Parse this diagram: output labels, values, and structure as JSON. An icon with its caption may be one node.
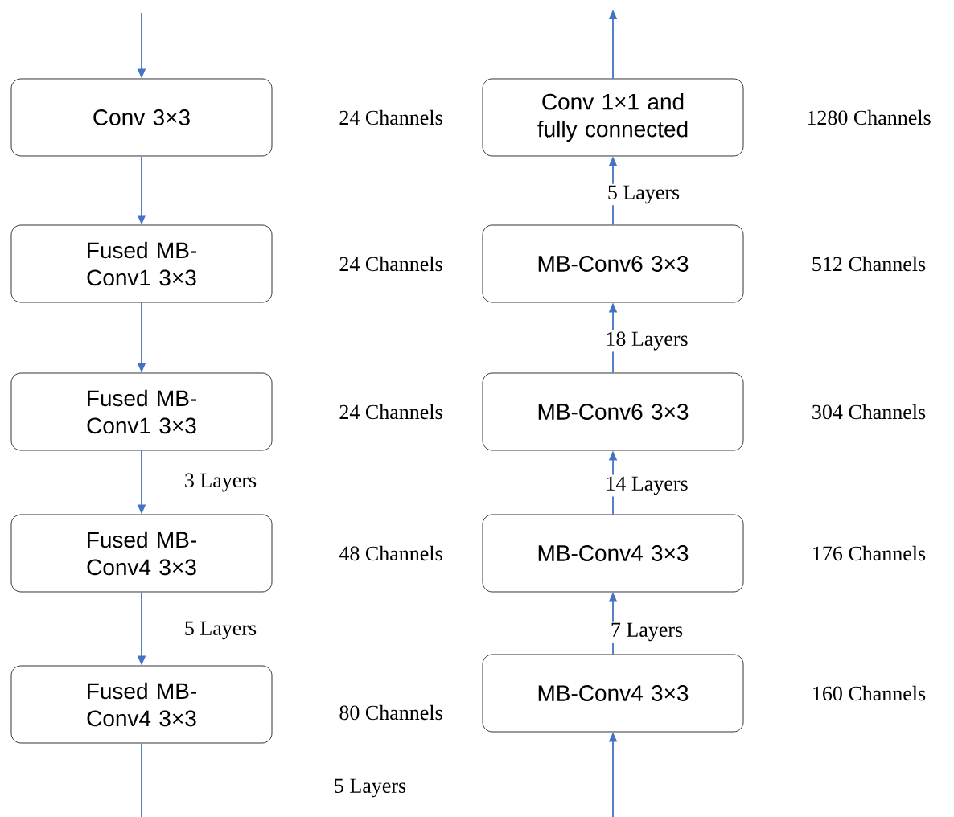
{
  "diagram": {
    "nodes": [
      {
        "text": [
          "Conv 3×3"
        ]
      },
      {
        "text": [
          "Fused MB-Conv1 3×3"
        ]
      },
      {
        "text": [
          "Fused MB-Conv1 3×3"
        ]
      },
      {
        "text": [
          "Fused MB-Conv4 3×3"
        ]
      },
      {
        "text": [
          "Fused MB-Conv4 3×3"
        ]
      },
      {
        "text": [
          "Conv 1×1 and fully connected"
        ],
        "beside": [
          "1280 Channels"
        ]
      },
      {
        "text": [
          "MB-Conv6 3×3"
        ],
        "beside": [
          "512 Channels"
        ]
      },
      {
        "text": [
          "MB-Conv6 3×3"
        ],
        "beside": [
          "304 Channels"
        ]
      },
      {
        "text": [
          "MB-Conv4 3×3"
        ],
        "beside": [
          "176 Channels"
        ]
      },
      {
        "text": [
          "MB-Conv4 3×3"
        ],
        "beside": [
          "160 Channels"
        ]
      }
    ],
    "edges": [
      {
        "from": null,
        "to": 0,
        "arrow": "to"
      },
      {
        "from": 0,
        "to": 1,
        "arrow": "to"
      },
      {
        "from": 1,
        "to": 2,
        "arrow": "to"
      },
      {
        "from": 2,
        "to": 3,
        "arrow": "to",
        "label": "3 Layers"
      },
      {
        "from": 3,
        "to": 4,
        "arrow": "to",
        "label": "5 Layers"
      },
      {
        "from": 4,
        "to": null,
        "arrow": "none"
      },
      {
        "from": null,
        "to": 9,
        "arrow": "to"
      },
      {
        "from": 9,
        "to": 8,
        "arrow": "to",
        "label": "7 Layers"
      },
      {
        "from": 8,
        "to": 7,
        "arrow": "to",
        "label": "14 Layers"
      },
      {
        "from": 7,
        "to": 6,
        "arrow": "to",
        "label": "18 Layers"
      },
      {
        "from": 6,
        "to": 5,
        "arrow": "to",
        "label": "5 Layers"
      },
      {
        "from": 5,
        "to": null,
        "arrow": "to"
      }
    ],
    "labels": [
      "24 Channels",
      "24 Channels",
      "24 Channels",
      "48 Channels",
      "80 Channels",
      "5 Layers"
    ]
  }
}
